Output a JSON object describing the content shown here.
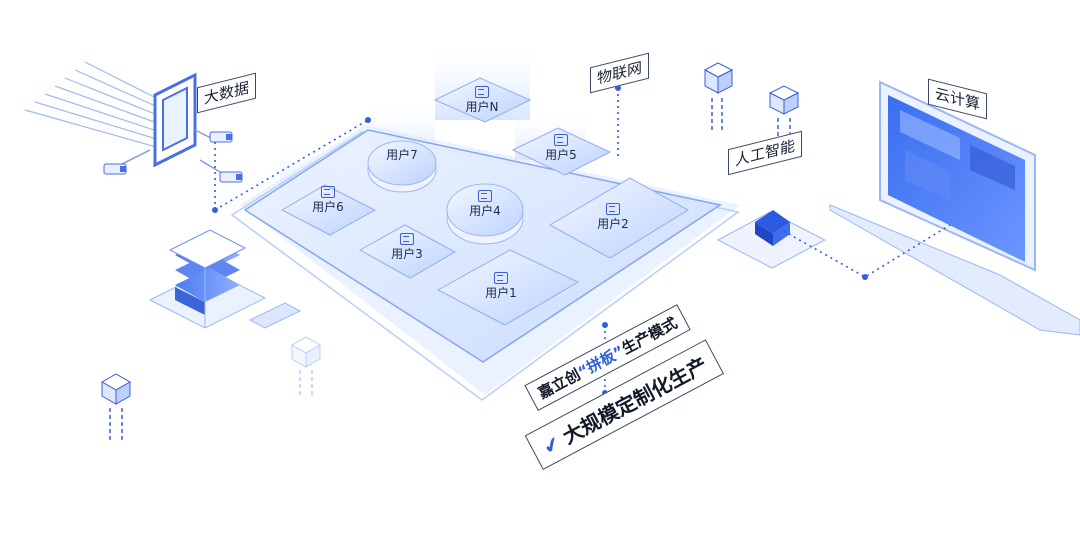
{
  "labels": {
    "big_data": "大数据",
    "iot": "物联网",
    "ai": "人工智能",
    "cloud": "云计算"
  },
  "users": {
    "user_n": "用户N",
    "user_7": "用户7",
    "user_6": "用户6",
    "user_5": "用户5",
    "user_4": "用户4",
    "user_3": "用户3",
    "user_2": "用户2",
    "user_1": "用户1"
  },
  "banner_top": {
    "prefix": "嘉立创",
    "quoted": "“拼板”",
    "suffix": "生产模式"
  },
  "banner_bottom": {
    "text": "大规模定制化生产"
  },
  "colors": {
    "accent": "#2f5fe0",
    "platform": "#d8e6ff",
    "line": "#3d5fd6"
  }
}
